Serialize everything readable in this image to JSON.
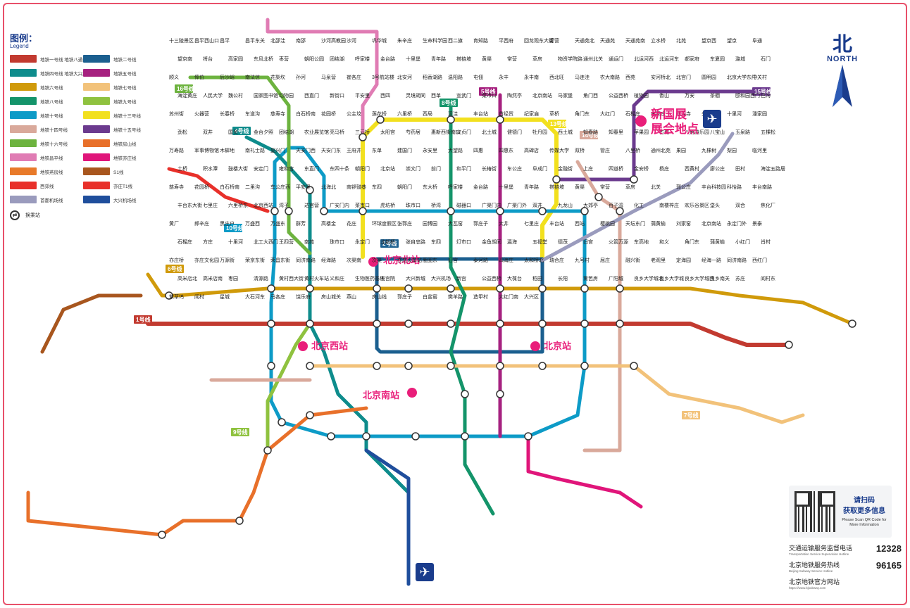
{
  "legend": {
    "title": "图例：",
    "subtitle": "Legend",
    "items": [
      {
        "label": "地铁一号线 地铁八通线",
        "color": "#c23a30"
      },
      {
        "label": "地铁二号线",
        "color": "#1b5f8f"
      },
      {
        "label": "地铁四号线 地铁大兴线",
        "color": "#0e8c8c"
      },
      {
        "label": "地铁五号线",
        "color": "#a6217f"
      },
      {
        "label": "地铁六号线",
        "color": "#d09a0a"
      },
      {
        "label": "地铁七号线",
        "color": "#f2c27a"
      },
      {
        "label": "地铁八号线",
        "color": "#14946a"
      },
      {
        "label": "地铁九号线",
        "color": "#8fc23f"
      },
      {
        "label": "地铁十号线",
        "color": "#0d9bc7"
      },
      {
        "label": "地铁十三号线",
        "color": "#f2e01e"
      },
      {
        "label": "地铁十四号线",
        "color": "#d9a99b"
      },
      {
        "label": "地铁十五号线",
        "color": "#6b3a8e"
      },
      {
        "label": "地铁十六号线",
        "color": "#6db33f"
      },
      {
        "label": "地铁房山线",
        "color": "#e8702a"
      },
      {
        "label": "地铁昌平线",
        "color": "#e07cb4"
      },
      {
        "label": "地铁亦庄线",
        "color": "#e0157a"
      },
      {
        "label": "地铁燕房线",
        "color": "#e87a2a"
      },
      {
        "label": "S1线",
        "color": "#a8561e"
      },
      {
        "label": "西郊线",
        "color": "#e8302a"
      },
      {
        "label": "亦庄T1线",
        "color": "#e8302a"
      },
      {
        "label": "首都机场线",
        "color": "#9a9bbd"
      },
      {
        "label": "大兴机场线",
        "color": "#1f4e9c"
      }
    ],
    "transfer_label": "换乘站"
  },
  "north": {
    "cn": "北",
    "en": "NORTH"
  },
  "highlight": {
    "line1": "新国展",
    "line2": "展会地点"
  },
  "qr": {
    "line1": "请扫码",
    "line2": "获取更多信息",
    "line3": "Please Scan QR Code for More Information"
  },
  "contacts": [
    {
      "zh": "交通运输服务监督电话",
      "en": "Transportation Service Supervision Hotline",
      "num": "12328"
    },
    {
      "zh": "北京地铁服务热线",
      "en": "Beijing Subway Service Hotline",
      "num": "96165"
    },
    {
      "zh": "北京地铁官方网站",
      "en": "https://www.bjsubway.com",
      "num": ""
    }
  ],
  "line_badges": [
    {
      "text": "16号线",
      "color": "#6db33f"
    },
    {
      "text": "4号线",
      "color": "#0e8c8c"
    },
    {
      "text": "10号线",
      "color": "#0d9bc7"
    },
    {
      "text": "6号线",
      "color": "#d09a0a"
    },
    {
      "text": "8号线",
      "color": "#14946a"
    },
    {
      "text": "5号线",
      "color": "#a6217f"
    },
    {
      "text": "13号线",
      "color": "#f2e01e"
    },
    {
      "text": "14号线",
      "color": "#d9a99b"
    },
    {
      "text": "15号线",
      "color": "#6b3a8e"
    },
    {
      "text": "2号线",
      "color": "#1b5f8f"
    },
    {
      "text": "1号线",
      "color": "#c23a30"
    },
    {
      "text": "9号线",
      "color": "#8fc23f"
    },
    {
      "text": "7号线",
      "color": "#f2c27a"
    }
  ],
  "major_stations": [
    {
      "name": "北京北站"
    },
    {
      "name": "北京西站"
    },
    {
      "name": "北京站"
    },
    {
      "name": "北京南站"
    }
  ],
  "stations": [
    "十三陵景区",
    "昌平西山口",
    "昌平",
    "昌平东关",
    "北邵洼",
    "南邵",
    "沙河高教园",
    "沙河",
    "巩华城",
    "朱辛庄",
    "生命科学园",
    "西二旗",
    "育知路",
    "平西府",
    "回龙观东大街",
    "霍营",
    "天通苑北",
    "天通苑",
    "天通苑南",
    "立水桥",
    "北苑",
    "望京西",
    "望京",
    "阜通",
    "望京南",
    "将台",
    "高家园",
    "东风北桥",
    "枣营",
    "朝阳公园",
    "团结湖",
    "呼家楼",
    "金台路",
    "十里堡",
    "青年路",
    "褡裢坡",
    "黄渠",
    "常营",
    "草房",
    "物资学院路",
    "通州北关",
    "通运门",
    "北运河西",
    "北运河东",
    "郝家府",
    "东夏园",
    "潞城",
    "石门",
    "顺义",
    "俸伯",
    "后沙峪",
    "南法信",
    "花梨坎",
    "孙河",
    "马泉营",
    "崔各庄",
    "3号航站楼",
    "北安河",
    "稻香湖路",
    "温阳路",
    "屯佃",
    "永丰",
    "永丰南",
    "西北旺",
    "马连洼",
    "农大南路",
    "西苑",
    "安河桥北",
    "北宫门",
    "圆明园",
    "北京大学东门",
    "中关村",
    "海淀黄庄",
    "人民大学",
    "魏公村",
    "国家图书馆",
    "动物园",
    "西直门",
    "新街口",
    "平安里",
    "西四",
    "灵境胡同",
    "西单",
    "宣武门",
    "菜市口",
    "陶然亭",
    "北京南站",
    "马家堡",
    "角门西",
    "公益西桥",
    "植物园",
    "香山",
    "万安",
    "茶棚",
    "颐和园西门",
    "巴沟",
    "苏州街",
    "火器营",
    "长春桥",
    "车道沟",
    "慈寿寺",
    "白石桥南",
    "花园桥",
    "公主坟",
    "莲花桥",
    "六里桥",
    "西局",
    "泥洼",
    "丰台站",
    "首经贸",
    "纪家庙",
    "草桥",
    "角门东",
    "大红门",
    "石榴庄",
    "宋家庄",
    "成寿寺",
    "分钟寺",
    "十里河",
    "潘家园",
    "劲松",
    "双井",
    "国贸",
    "金台夕照",
    "团结湖",
    "农业展览馆",
    "亮马桥",
    "三元桥",
    "太阳宫",
    "芍药居",
    "惠新西街南口",
    "安贞门",
    "北土城",
    "健德门",
    "牡丹园",
    "西土城",
    "知春路",
    "知春里",
    "苹果园",
    "古城",
    "八角游乐园",
    "八宝山",
    "玉泉路",
    "五棵松",
    "万寿路",
    "军事博物馆",
    "木樨地",
    "南礼士路",
    "复兴门",
    "天安门西",
    "天安门东",
    "王府井",
    "东单",
    "建国门",
    "永安里",
    "大望路",
    "四惠",
    "四惠东",
    "高碑店",
    "传媒大学",
    "双桥",
    "管庄",
    "八里桥",
    "通州北苑",
    "果园",
    "九棵树",
    "梨园",
    "临河里",
    "土桥",
    "积水潭",
    "鼓楼大街",
    "安定门",
    "雍和宫",
    "东直门",
    "东四十条",
    "朝阳门",
    "北京站",
    "崇文门",
    "前门",
    "和平门",
    "长椿街",
    "车公庄",
    "阜成门",
    "金融街",
    "上庄",
    "四道桥",
    "金安桥",
    "杨庄",
    "西黄村",
    "廖公庄",
    "田村",
    "海淀五路居",
    "慈寿寺",
    "花园桥",
    "白石桥南",
    "二里沟",
    "车公庄西",
    "平安里",
    "北海北",
    "南锣鼓巷",
    "东四",
    "朝阳门",
    "东大桥",
    "呼家楼",
    "金台路",
    "十里堡",
    "青年路",
    "褡裢坡",
    "黄渠",
    "常营",
    "草房",
    "北关",
    "郭公庄",
    "丰台科技园",
    "科怡路",
    "丰台南路",
    "丰台东大街",
    "七里庄",
    "六里桥东",
    "北京西站",
    "湾子",
    "达官营",
    "广安门内",
    "菜市口",
    "虎坊桥",
    "珠市口",
    "桥湾",
    "磁器口",
    "广渠门内",
    "广渠门外",
    "双井",
    "九龙山",
    "大郊亭",
    "百子湾",
    "化工",
    "南楼梓庄",
    "欢乐谷景区",
    "垡头",
    "双合",
    "焦化厂",
    "黄厂",
    "郎辛庄",
    "黑庄户",
    "万盛西",
    "万盛东",
    "群芳",
    "高楼金",
    "花庄",
    "环球度假区",
    "张郭庄",
    "园博园",
    "大瓦窑",
    "郭庄子",
    "大井",
    "七里庄",
    "丰台站",
    "西站",
    "樱桃园",
    "天坛东门",
    "蒲黄榆",
    "刘家窑",
    "北京南站",
    "永定门外",
    "景泰",
    "石榴庄",
    "方庄",
    "十里河",
    "北工大西门",
    "王四营",
    "南苑",
    "珠市口",
    "永定门",
    "北新桥",
    "张自忠路",
    "东四",
    "灯市口",
    "金鱼胡同",
    "瀛海",
    "五福堂",
    "德茂",
    "旧宫",
    "火箭万源",
    "东高地",
    "和义",
    "角门东",
    "蒲黄榆",
    "小红门",
    "肖村",
    "亦庄桥",
    "亦庄文化园",
    "万源街",
    "荣京东街",
    "荣昌东街",
    "同济南路",
    "经海路",
    "次渠南",
    "次渠",
    "亦庄火车站",
    "鹿圈东",
    "旧宫",
    "泰河路",
    "四海庄",
    "太和桥北",
    "瑞合庄",
    "九号村",
    "屈庄",
    "融兴街",
    "老观里",
    "定海园",
    "经海一路",
    "同济南路",
    "西红门",
    "高米店北",
    "高米店南",
    "枣园",
    "清源路",
    "黄村西大街",
    "黄村火车站",
    "义和庄",
    "生物医药基地",
    "天宫院",
    "大兴新城",
    "大兴机场",
    "新宫",
    "公益西桥",
    "大葆台",
    "稻田",
    "长阳",
    "篱笆房",
    "广阳城",
    "良乡大学城北",
    "良乡大学城",
    "良乡大学城西",
    "良乡南关",
    "苏庄",
    "阎村东",
    "紫草坞",
    "阎村",
    "星城",
    "大石河东",
    "马各庄",
    "饶乐府",
    "房山城关",
    "燕山",
    "房山线",
    "郭庄子",
    "白盆窑",
    "樊羊路",
    "造甲村",
    "大红门南",
    "大兴区"
  ]
}
